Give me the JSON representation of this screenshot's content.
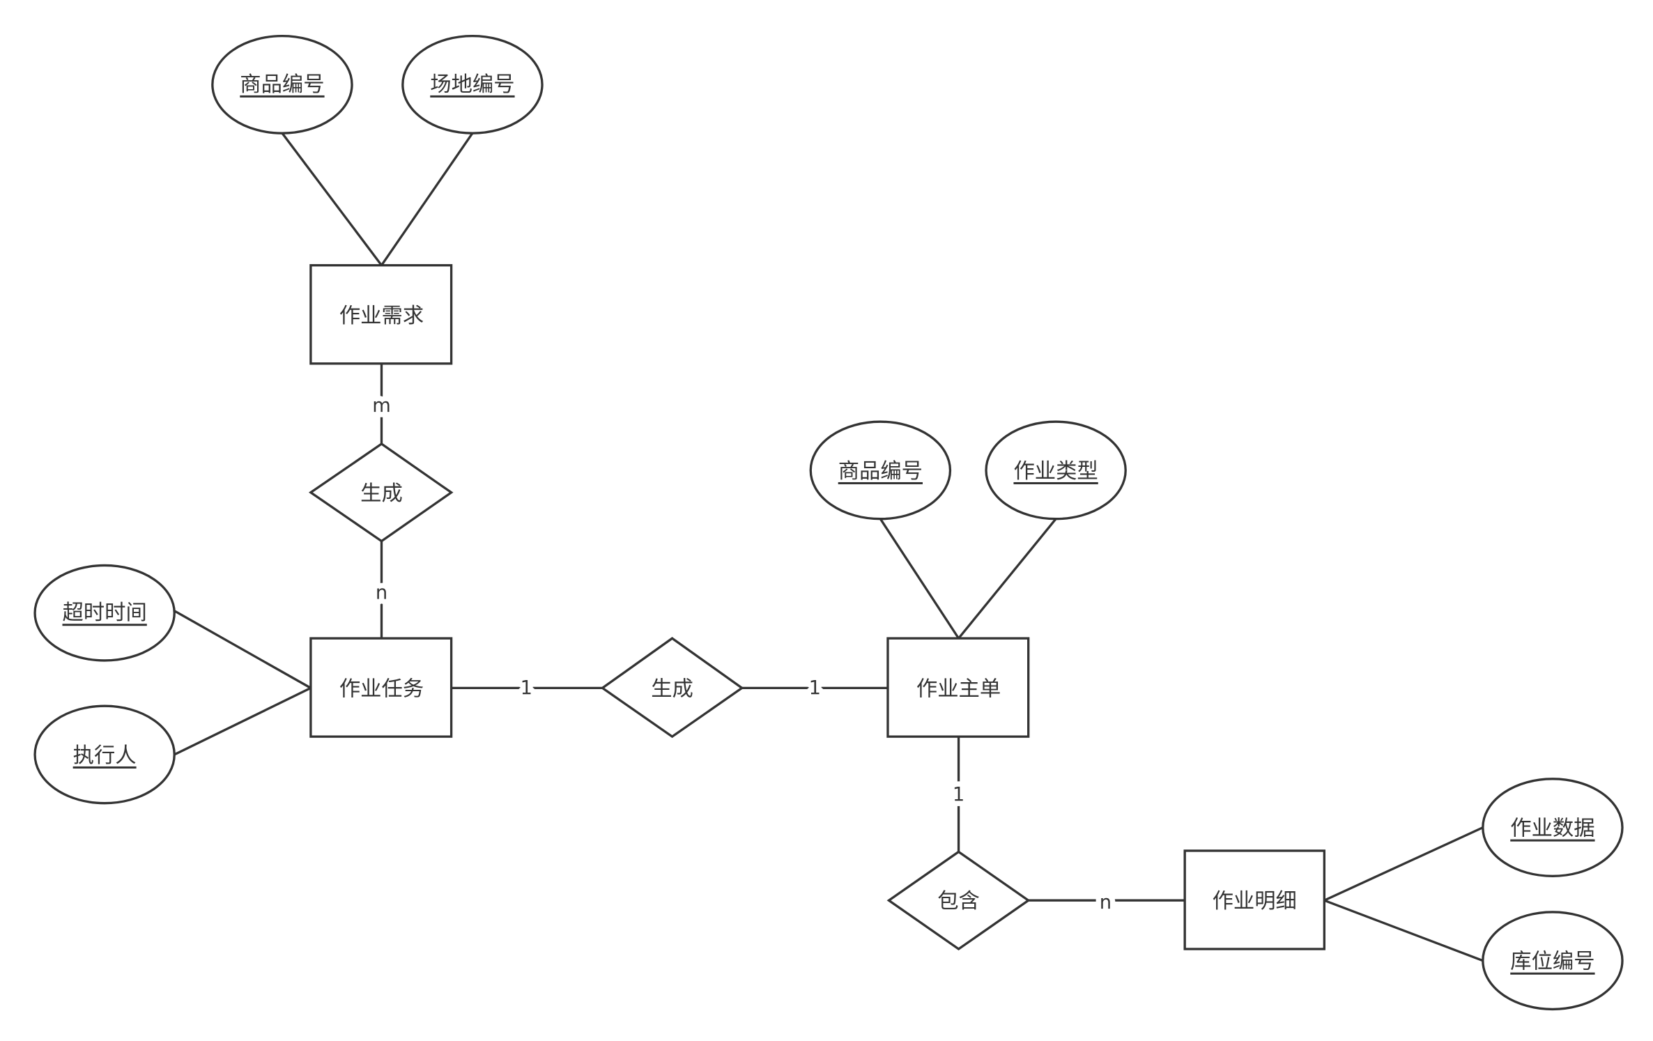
{
  "colors": {
    "background": "#ffffff",
    "stroke": "#333333",
    "text": "#333333"
  },
  "entities": [
    {
      "label": "作业需求",
      "attributes": [
        "商品编号",
        "场地编号"
      ]
    },
    {
      "label": "作业任务",
      "attributes": [
        "超时时间",
        "执行人"
      ]
    },
    {
      "label": "作业主单",
      "attributes": [
        "商品编号",
        "作业类型"
      ]
    },
    {
      "label": "作业明细",
      "attributes": [
        "作业数据",
        "库位编号"
      ]
    }
  ],
  "relationships": [
    {
      "label": "生成",
      "cardinalities": [
        "m",
        "n"
      ]
    },
    {
      "label": "生成",
      "cardinalities": [
        "1",
        "1"
      ]
    },
    {
      "label": "包含",
      "cardinalities": [
        "1",
        "n"
      ]
    }
  ]
}
